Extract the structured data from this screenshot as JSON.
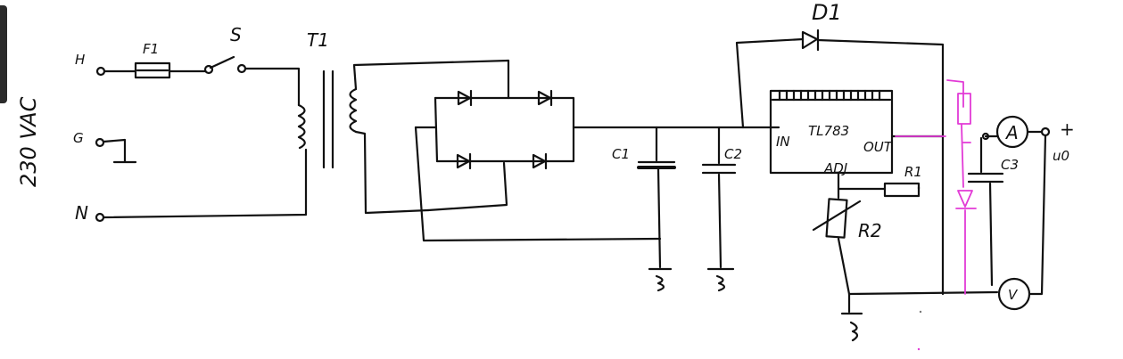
{
  "labels": {
    "supply": "230 VAC",
    "h": "H",
    "g": "G",
    "n": "N",
    "fuse": "F1",
    "switch": "S",
    "transformer": "T1",
    "c1": "C1",
    "c2": "C2",
    "c3": "C3",
    "d1": "D1",
    "ic": "TL783",
    "ic_in": "IN",
    "ic_out": "OUT",
    "ic_adj": "ADJ",
    "r1": "R1",
    "r2": "R2",
    "ammeter": "A",
    "voltmeter": "V",
    "plus": "+",
    "output": "u0"
  },
  "colors": {
    "ink": "#111111",
    "annotation": "#e23ad6"
  }
}
